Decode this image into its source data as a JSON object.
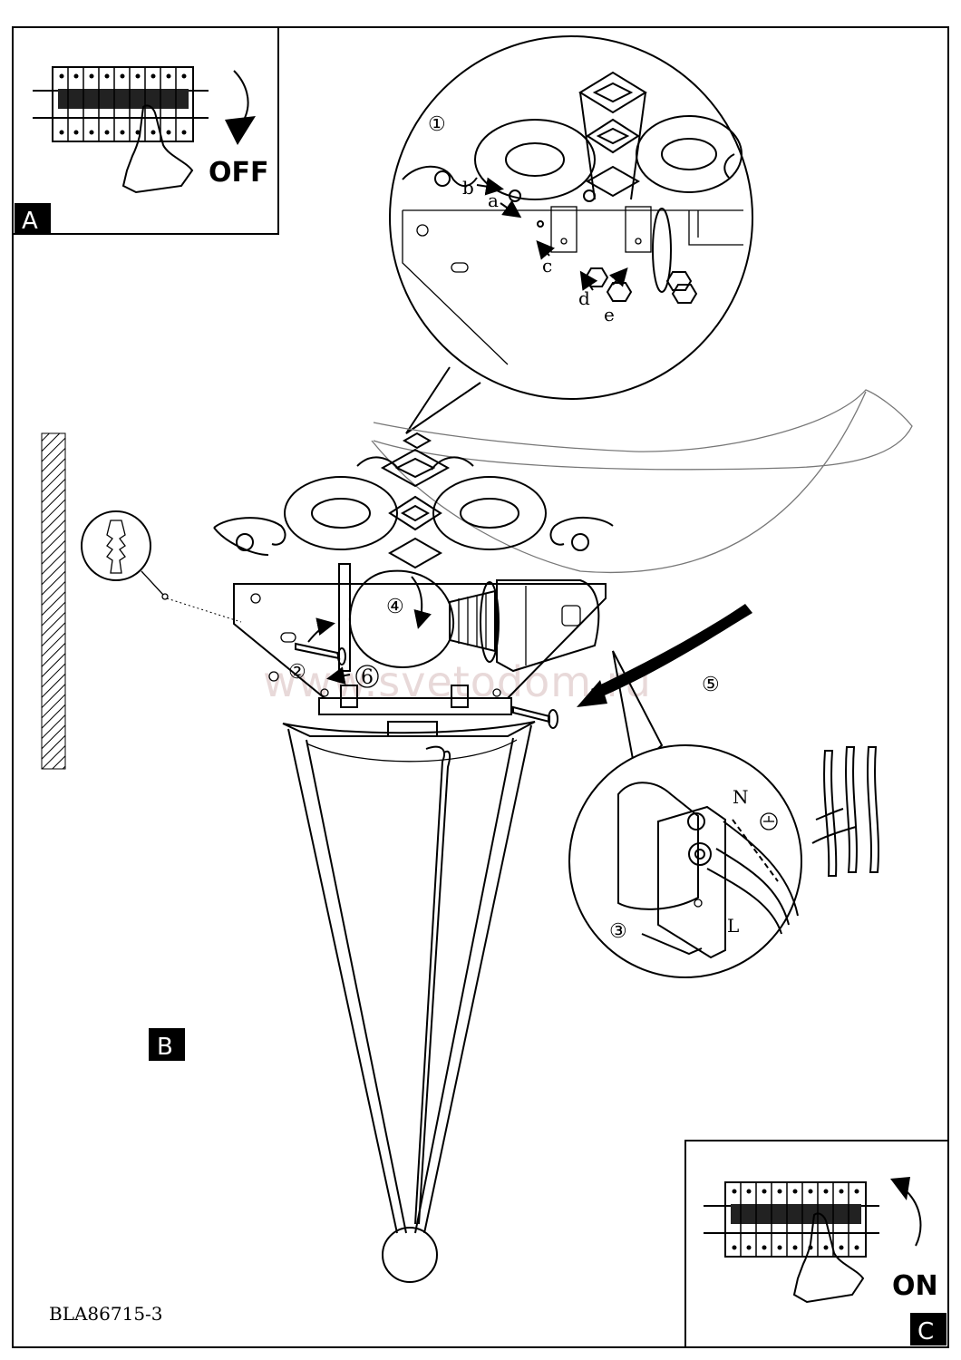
{
  "panels": {
    "a": {
      "box_label": "A",
      "action_label": "OFF"
    },
    "b": {
      "box_label": "B"
    },
    "c": {
      "box_label": "C",
      "action_label": "ON"
    }
  },
  "callouts": {
    "step1": "①",
    "step2": "②",
    "step3": "③",
    "step4": "④",
    "step5": "⑤",
    "step6": "6",
    "a": "a",
    "b": "b",
    "c": "c",
    "d": "d",
    "e": "e"
  },
  "wires": {
    "neutral": "N",
    "live": "L"
  },
  "watermark": "www.svetodom.ru",
  "document_code": "BLA86715-3"
}
